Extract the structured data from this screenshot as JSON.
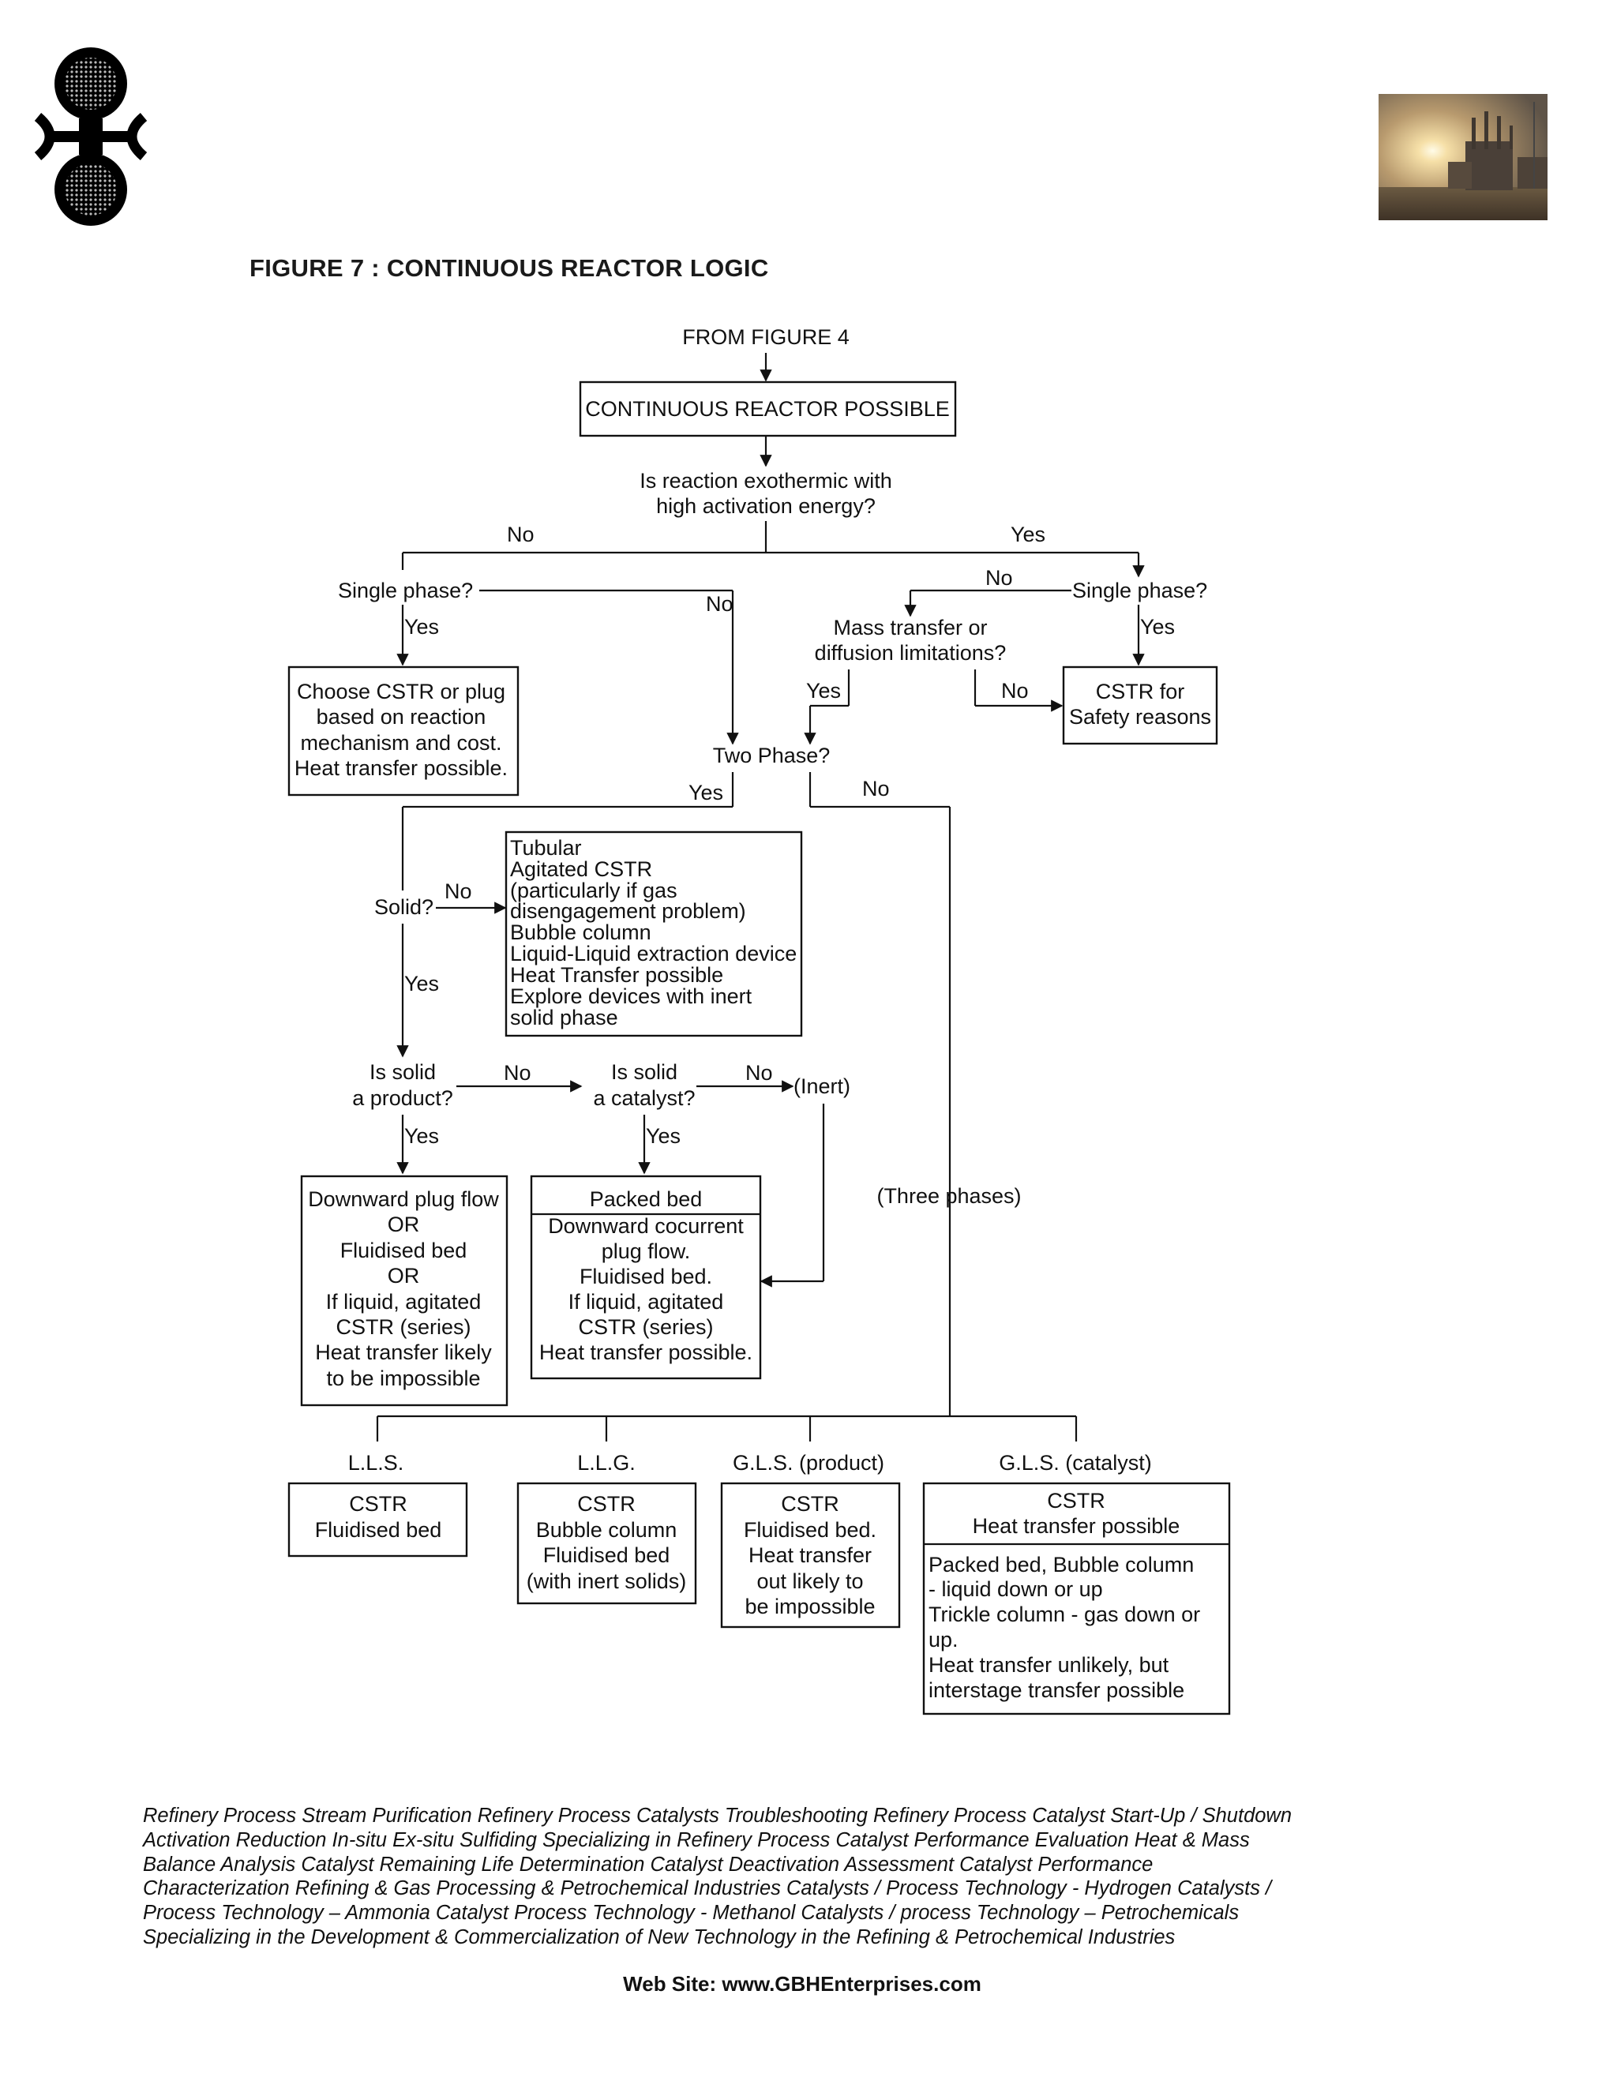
{
  "header": {
    "logo_icon": "gbh-emblem-icon",
    "photo_icon": "refinery-sunset-photo"
  },
  "figure_title": "FIGURE 7 : CONTINUOUS REACTOR LOGIC",
  "diagram": {
    "from_figure": "FROM FIGURE 4",
    "start_box": "CONTINUOUS REACTOR POSSIBLE",
    "q_exothermic": [
      "Is reaction exothermic with",
      "high activation energy?"
    ],
    "no": "No",
    "yes": "Yes",
    "q_single_phase_left": "Single phase?",
    "box_choose_cstr": [
      "Choose CSTR or plug",
      "based on reaction",
      "mechanism and cost.",
      "Heat transfer possible."
    ],
    "q_single_phase_right": "Single phase?",
    "q_mass_transfer": [
      "Mass transfer or",
      "diffusion limitations?"
    ],
    "box_cstr_safety": [
      "CSTR for",
      "Safety reasons"
    ],
    "q_two_phase": "Two Phase?",
    "q_solid": "Solid?",
    "box_tubular": [
      "Tubular",
      "Agitated CSTR",
      "(particularly if gas",
      "disengagement problem)",
      "Bubble column",
      "Liquid-Liquid extraction device",
      "Heat Transfer possible",
      "Explore devices with inert",
      "solid phase"
    ],
    "q_solid_product": [
      "Is solid",
      "a product?"
    ],
    "q_solid_catalyst": [
      "Is solid",
      "a catalyst?"
    ],
    "inert": "(Inert)",
    "three_phases": "(Three phases)",
    "box_downward": [
      "Downward plug flow",
      "OR",
      "Fluidised bed",
      "OR",
      "If liquid, agitated",
      "CSTR (series)",
      "Heat transfer likely",
      "to be impossible"
    ],
    "box_packed_header": "Packed bed",
    "box_packed_body": [
      "Downward cocurrent",
      "plug flow.",
      "Fluidised bed.",
      "If liquid, agitated",
      "CSTR (series)",
      "Heat transfer possible."
    ],
    "lls_label": "L.L.S.",
    "llg_label": "L.L.G.",
    "gls_product_label": "G.L.S. (product)",
    "gls_catalyst_label": "G.L.S. (catalyst)",
    "box_lls": [
      "CSTR",
      "Fluidised bed"
    ],
    "box_llg": [
      "CSTR",
      "Bubble column",
      "Fluidised bed",
      "(with inert solids)"
    ],
    "box_gls_product": [
      "CSTR",
      "Fluidised bed.",
      "Heat transfer",
      "out likely to",
      "be impossible"
    ],
    "box_gls_catalyst_header": [
      "CSTR",
      "Heat transfer possible"
    ],
    "box_gls_catalyst_body": [
      "Packed bed, Bubble column",
      "- liquid down or up",
      "Trickle column - gas down or",
      "up.",
      "Heat transfer unlikely, but",
      "interstage transfer possible"
    ]
  },
  "footer_lines": [
    "Refinery Process Stream Purification Refinery Process Catalysts Troubleshooting Refinery Process Catalyst Start-Up / Shutdown",
    " Activation   Reduction  In-situ  Ex-situ Sulfiding Specializing in Refinery Process Catalyst Performance Evaluation Heat & Mass",
    " Balance Analysis  Catalyst Remaining Life Determination  Catalyst Deactivation Assessment  Catalyst Performance",
    "Characterization  Refining  & Gas Processing &  Petrochemical Industries  Catalysts / Process Technology - Hydrogen  Catalysts /",
    "Process Technology – Ammonia  Catalyst Process Technology - Methanol  Catalysts / process Technology – Petrochemicals",
    "Specializing in the Development  & Commercialization of New Technology in the Refining &   Petrochemical Industries"
  ],
  "website": "Web Site: www.GBHEnterprises.com"
}
